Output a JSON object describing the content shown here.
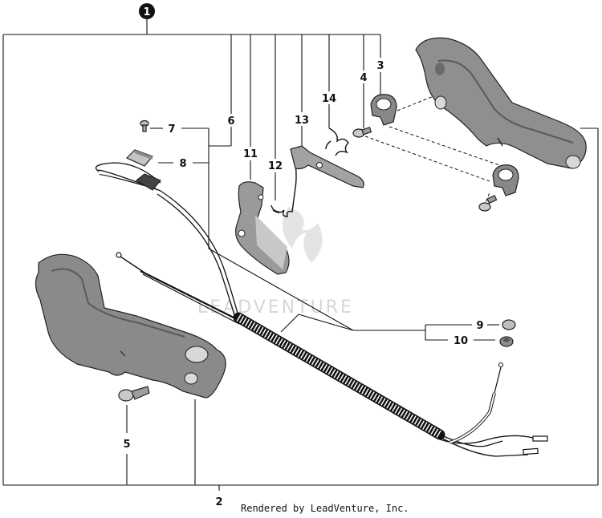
{
  "diagram": {
    "assembly_callout": "1",
    "parts": [
      {
        "id": "2",
        "label": "2"
      },
      {
        "id": "3",
        "label": "3"
      },
      {
        "id": "4",
        "label": "4"
      },
      {
        "id": "5",
        "label": "5"
      },
      {
        "id": "6",
        "label": "6"
      },
      {
        "id": "7",
        "label": "7"
      },
      {
        "id": "8",
        "label": "8"
      },
      {
        "id": "9",
        "label": "9"
      },
      {
        "id": "10",
        "label": "10"
      },
      {
        "id": "11",
        "label": "11"
      },
      {
        "id": "12",
        "label": "12"
      },
      {
        "id": "13",
        "label": "13"
      },
      {
        "id": "14",
        "label": "14"
      }
    ],
    "watermark": "LEADVENTURE",
    "footer": "Rendered by LeadVenture, Inc."
  }
}
